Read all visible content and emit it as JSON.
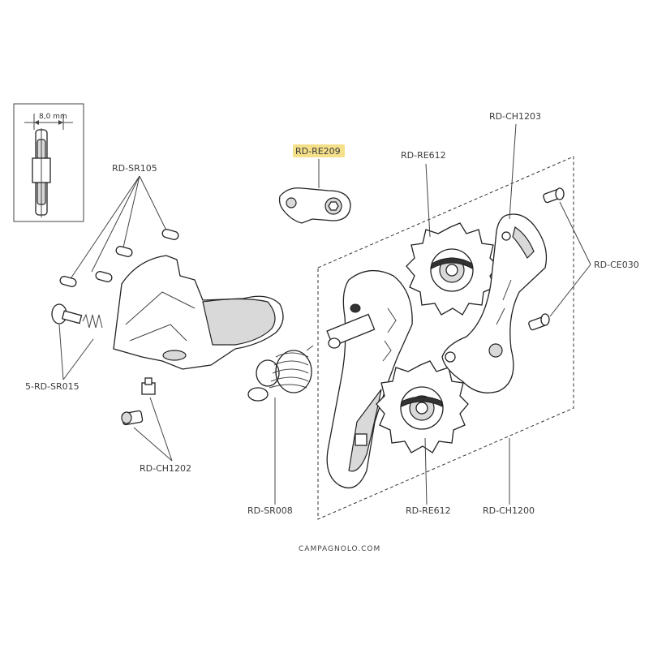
{
  "inset": {
    "dimension": "8,0 mm"
  },
  "labels": {
    "rd_sr105": "RD-SR105",
    "rd_re209": "RD-RE209",
    "rd_re612_top": "RD-RE612",
    "rd_ch1203": "RD-CH1203",
    "rd_ce030": "RD-CE030",
    "five_rd_sr015": "5-RD-SR015",
    "rd_ch1202": "RD-CH1202",
    "rd_sr008": "RD-SR008",
    "rd_re612_bottom": "RD-RE612",
    "rd_ch1200": "RD-CH1200"
  },
  "highlight": {
    "part": "RD-RE209",
    "color": "#f5e08a"
  },
  "footer": {
    "brand": "CAMPAGNOLO.COM"
  }
}
